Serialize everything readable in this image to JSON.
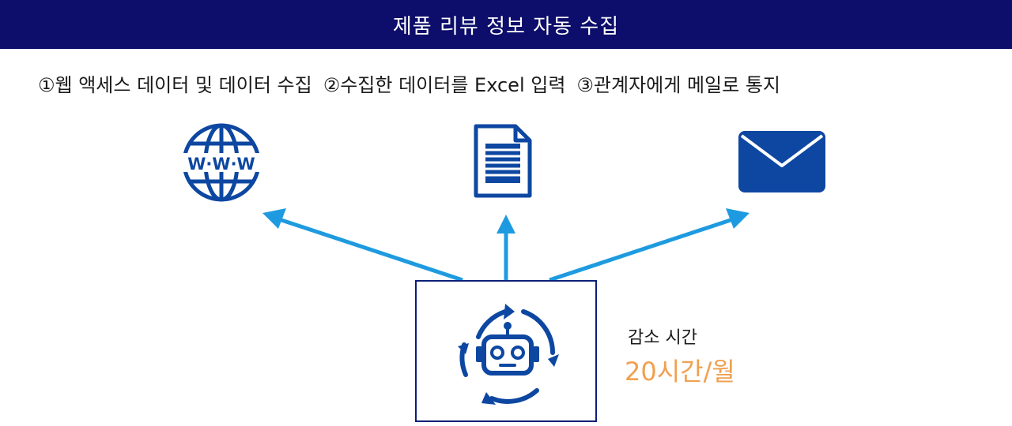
{
  "header": {
    "title": "제품 리뷰 정보 자동 수집"
  },
  "steps": [
    {
      "label": "①웹 액세스 데이터 및 데이터 수집"
    },
    {
      "label": "②수집한 데이터를 Excel 입력"
    },
    {
      "label": "③관계자에게 메일로 통지"
    }
  ],
  "icons": {
    "step1": "globe-www-icon",
    "step2": "document-icon",
    "step3": "mail-envelope-icon",
    "center": "robot-cycle-icon"
  },
  "savings": {
    "label": "감소 시간",
    "value": "20시간/월"
  },
  "colors": {
    "header_bg": "#0d0d6b",
    "icon_blue": "#0d47a1",
    "arrow_blue": "#1e9be0",
    "accent_orange": "#f0a050"
  }
}
